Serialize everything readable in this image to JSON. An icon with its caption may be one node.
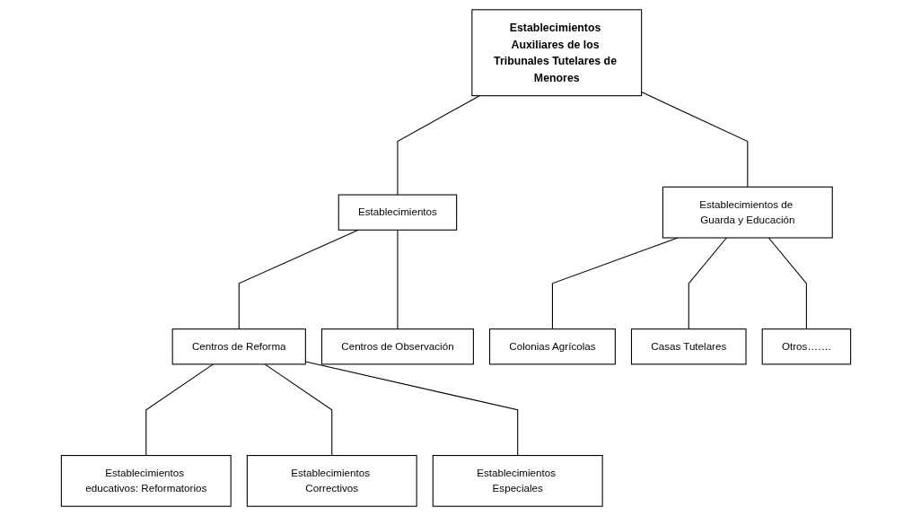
{
  "diagram": {
    "nodes": [
      {
        "text": [
          "Establecimientos Auxiliares de los Tribunales Tutelares de Menores"
        ]
      },
      {
        "text": [
          "Establecimientos"
        ]
      },
      {
        "text": [
          "Establecimientos de Guarda y Educación"
        ]
      },
      {
        "text": [
          "Centros de Reforma"
        ]
      },
      {
        "text": [
          "Centros de Observación"
        ]
      },
      {
        "text": [
          "Establecimientos educativos: Reformatorios"
        ]
      },
      {
        "text": [
          "Establecimientos Correctivos"
        ]
      },
      {
        "text": [
          "Establecimientos Especiales"
        ]
      },
      {
        "text": [
          "Colonias Agrícolas"
        ]
      },
      {
        "text": [
          "Casas Tutelares"
        ]
      },
      {
        "text": [
          "Otros……."
        ]
      }
    ],
    "edges": [
      {
        "from": 0,
        "to": 1,
        "arrow": "none"
      },
      {
        "from": 0,
        "to": 2,
        "arrow": "none"
      },
      {
        "from": 1,
        "to": 3,
        "arrow": "none"
      },
      {
        "from": 1,
        "to": 4,
        "arrow": "none"
      },
      {
        "from": 3,
        "to": 5,
        "arrow": "none"
      },
      {
        "from": 3,
        "to": 6,
        "arrow": "none"
      },
      {
        "from": 3,
        "to": 7,
        "arrow": "none"
      },
      {
        "from": 2,
        "to": 8,
        "arrow": "none"
      },
      {
        "from": 2,
        "to": 9,
        "arrow": "none"
      },
      {
        "from": 2,
        "to": 10,
        "arrow": "none"
      }
    ]
  }
}
